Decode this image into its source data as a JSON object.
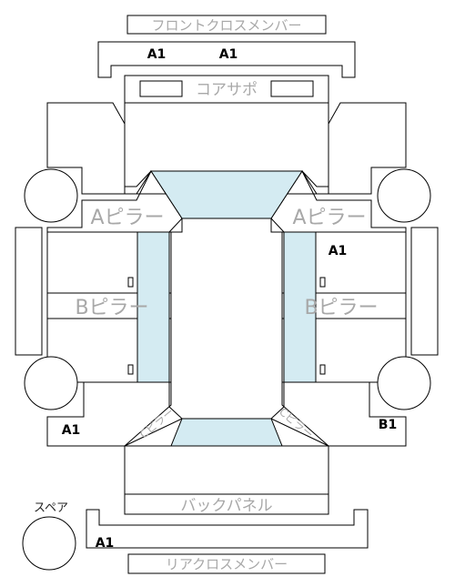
{
  "labels": {
    "front_cross_member": "フロントクロスメンバー",
    "core_support": "コアサポ",
    "a_pillar_left": "Aピラー",
    "a_pillar_right": "Aピラー",
    "b_pillar_left": "Bピラー",
    "b_pillar_right": "Bピラー",
    "c_pillar_left": "Cピラー",
    "c_pillar_right": "Cピラー",
    "back_panel": "バックパネル",
    "rear_cross_member": "リアクロスメンバー",
    "spare": "スペア"
  },
  "damage_marks": {
    "front_member_1": "A1",
    "front_member_2": "A1",
    "right_side_front": "A1",
    "left_rear": "A1",
    "right_rear": "B1",
    "rear_member": "A1"
  },
  "colors": {
    "glass": "#d4ebf2",
    "outline": "#000000",
    "label_gray": "#a8a8a8"
  }
}
